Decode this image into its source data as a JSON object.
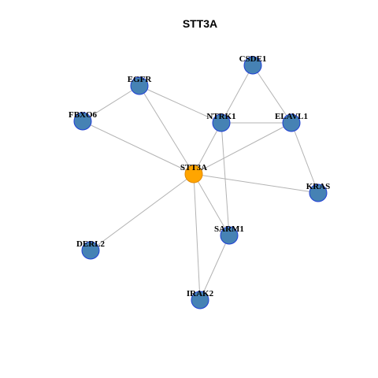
{
  "title": "STT3A",
  "colors": {
    "center_fill": "#FFA500",
    "center_stroke": "#E08800",
    "node_fill": "#4682B4",
    "node_stroke": "#1F3FD6",
    "edge": "#B3B3B3"
  },
  "nodes": [
    {
      "id": "STT3A",
      "label": "STT3A",
      "center": true
    },
    {
      "id": "CSDE1",
      "label": "CSDE1"
    },
    {
      "id": "EGFR",
      "label": "EGFR"
    },
    {
      "id": "FBXO6",
      "label": "FBXO6"
    },
    {
      "id": "NTRK1",
      "label": "NTRK1"
    },
    {
      "id": "ELAVL1",
      "label": "ELAVL1"
    },
    {
      "id": "KRAS",
      "label": "KRAS"
    },
    {
      "id": "DERL2",
      "label": "DERL2"
    },
    {
      "id": "SARM1",
      "label": "SARM1"
    },
    {
      "id": "IRAK2",
      "label": "IRAK2"
    }
  ],
  "edges": [
    [
      "EGFR",
      "FBXO6"
    ],
    [
      "EGFR",
      "NTRK1"
    ],
    [
      "EGFR",
      "STT3A"
    ],
    [
      "FBXO6",
      "STT3A"
    ],
    [
      "CSDE1",
      "NTRK1"
    ],
    [
      "CSDE1",
      "ELAVL1"
    ],
    [
      "NTRK1",
      "ELAVL1"
    ],
    [
      "NTRK1",
      "STT3A"
    ],
    [
      "NTRK1",
      "SARM1"
    ],
    [
      "ELAVL1",
      "STT3A"
    ],
    [
      "ELAVL1",
      "KRAS"
    ],
    [
      "STT3A",
      "KRAS"
    ],
    [
      "STT3A",
      "DERL2"
    ],
    [
      "STT3A",
      "SARM1"
    ],
    [
      "STT3A",
      "IRAK2"
    ],
    [
      "SARM1",
      "IRAK2"
    ]
  ]
}
